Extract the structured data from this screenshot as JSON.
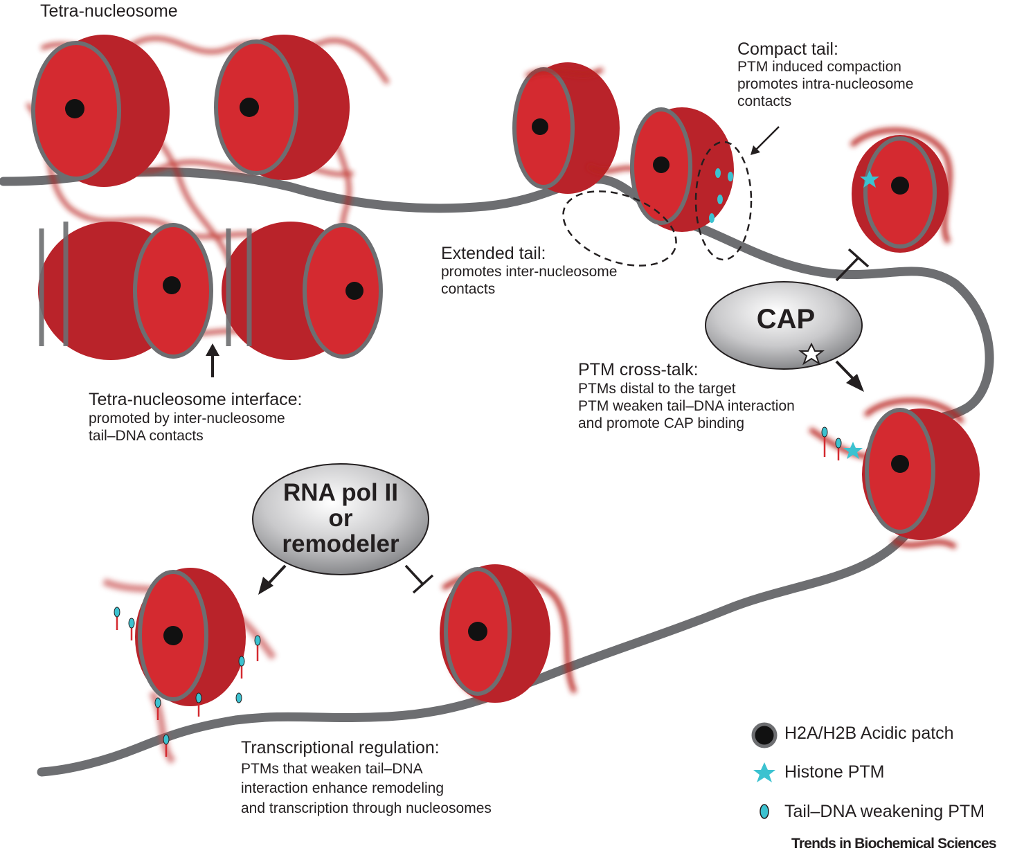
{
  "figure": {
    "tetra_title": "Tetra-nucleosome",
    "tetra_interface": {
      "heading": "Tetra-nucleosome interface:",
      "lines": [
        "promoted by inter-nucleosome",
        "tail–DNA contacts"
      ]
    },
    "compact_tail": {
      "heading": "Compact tail:",
      "lines": [
        "PTM induced compaction",
        "promotes intra-nucleosome",
        "contacts"
      ]
    },
    "extended_tail": {
      "heading": "Extended tail:",
      "lines": [
        "promotes inter-nucleosome",
        "contacts"
      ]
    },
    "cap_label": "CAP",
    "ptm_crosstalk": {
      "heading": "PTM cross-talk:",
      "lines": [
        "PTMs distal to the target",
        "PTM weaken tail–DNA interaction",
        "and promote CAP binding"
      ]
    },
    "rna_pol": {
      "lines": [
        "RNA pol II",
        "or",
        "remodeler"
      ]
    },
    "transcriptional": {
      "heading": "Transcriptional regulation:",
      "lines": [
        "PTMs that weaken tail–DNA",
        "interaction enhance remodeling",
        "and  transcription through nucleosomes"
      ]
    },
    "legend": [
      {
        "icon": "black-dot-icon",
        "label": "H2A/H2B Acidic patch"
      },
      {
        "icon": "star-icon",
        "label": "Histone PTM"
      },
      {
        "icon": "oval-icon",
        "label": "Tail–DNA weakening PTM"
      }
    ],
    "brand": "Trends in Biochemical Sciences"
  },
  "colors": {
    "nucleosome_red": "#d42a30",
    "tail_red": "#b8231f",
    "dna_gray": "#6d6e71",
    "ptm_cyan": "#3cc2d0",
    "text": "#231f20"
  }
}
